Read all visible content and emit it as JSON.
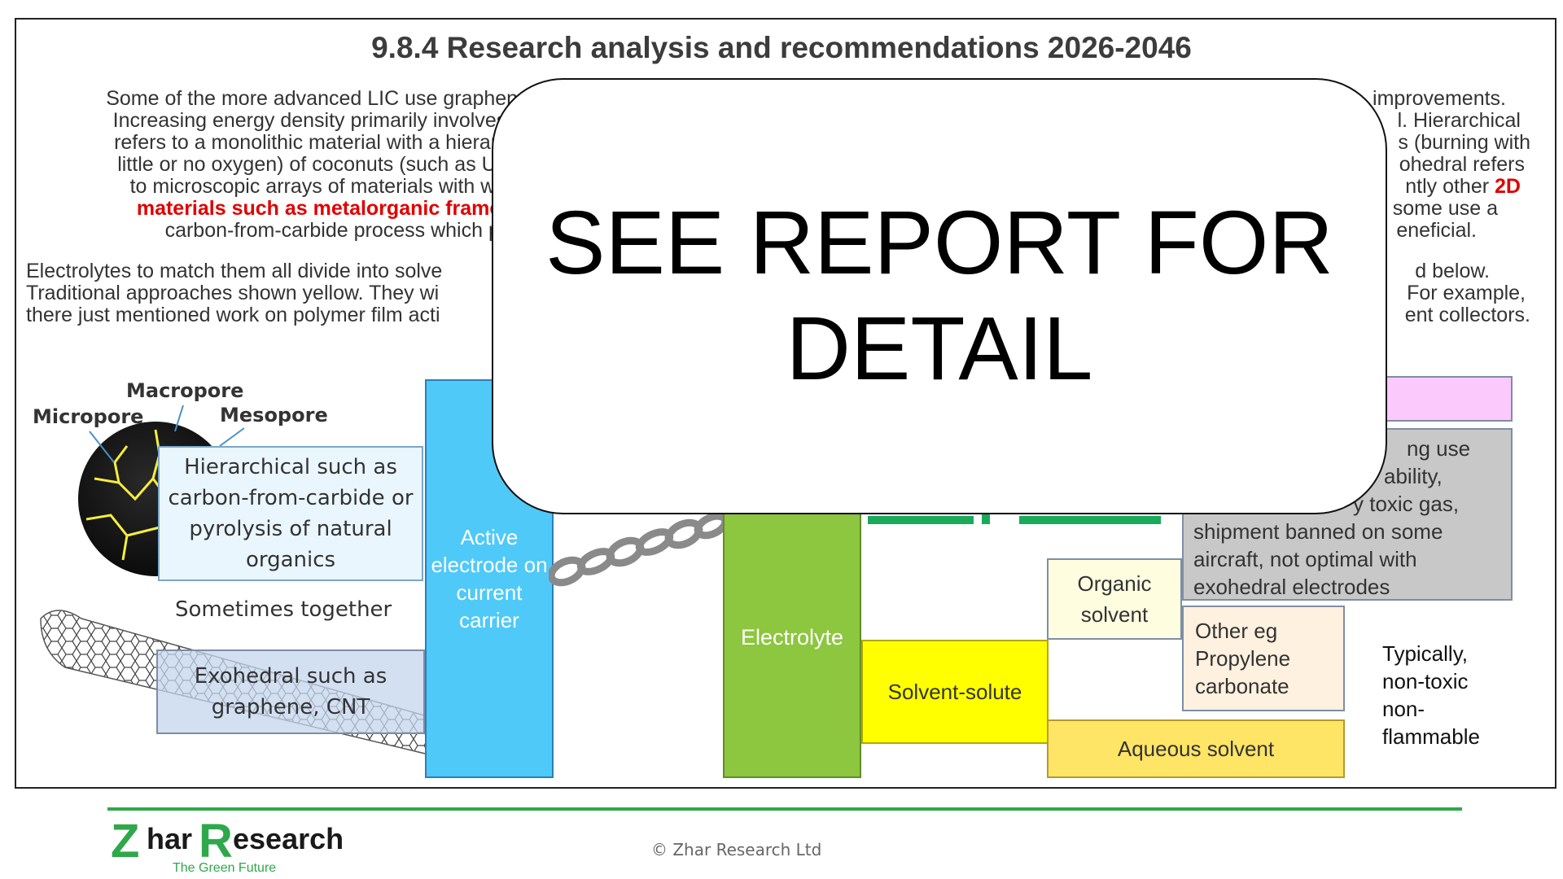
{
  "slide": {
    "title": "9.8.4 Research analysis and recommendations 2026-2046"
  },
  "paragraph1": {
    "lines": [
      "Some of the more advanced LIC use graphene",
      "Increasing energy density primarily involves m",
      "refers to a monolithic material with a hierarchy",
      "little or no oxygen) of coconuts (such as Ucap",
      "to microscopic arrays of materials with wide-",
      "materials such as metalorganic framewo",
      "carbon-from-carbide process which prod"
    ],
    "right_fragments": [
      "improvements.",
      "l. Hierarchical",
      "s (burning with",
      "ohedral refers",
      "ntly other",
      "some use a",
      "eneficial."
    ],
    "red_right": "2D"
  },
  "paragraph2": {
    "lines": [
      "Electrolytes to match them all divide into solve",
      "Traditional approaches shown yellow. They wi",
      "there just mentioned work on polymer film acti"
    ],
    "right_fragments": [
      "d below.",
      "For example,",
      "ent collectors."
    ]
  },
  "diagram": {
    "pore_labels": {
      "macropore": "Macropore",
      "micropore": "Micropore",
      "mesopore": "Mesopore"
    },
    "hierarchical_box": "Hierarchical such as carbon-from-carbide or pyrolysis of natural organics",
    "sometimes_together": "Sometimes together",
    "exohedral_box": "Exohedral such as graphene, CNT",
    "active_electrode": "Active electrode on current carrier",
    "electrolyte": "Electrolyte",
    "solvent_solute": "Solvent-solute",
    "aqueous_solvent": "Aqueous solvent",
    "organic_solvent": "Organic solvent",
    "other_box": "Other eg Propylene carbonate",
    "grey_box_lines": [
      "ng use",
      "ability,",
      "y toxic gas,",
      "shipment banned on some",
      "aircraft, not optimal with",
      "exohedral electrodes"
    ],
    "typically_lines": [
      "Typically,",
      "non-toxic",
      "non-",
      "flammable"
    ],
    "colors": {
      "active": "#4fc9f8",
      "electrolyte": "#8dc63f",
      "solvent_solute": "#ffff00",
      "aqueous": "#ffe566",
      "pink": "#fbc9fb",
      "grey": "#c8c8c8"
    }
  },
  "overlay": {
    "text": "SEE REPORT FOR DETAIL"
  },
  "footer": {
    "logo_z": "Z",
    "logo_har": "har",
    "logo_r": "R",
    "logo_esearch": "esearch",
    "logo_tagline": "The Green Future",
    "copyright": "© Zhar Research Ltd",
    "brand_color": "#2ea84a"
  }
}
